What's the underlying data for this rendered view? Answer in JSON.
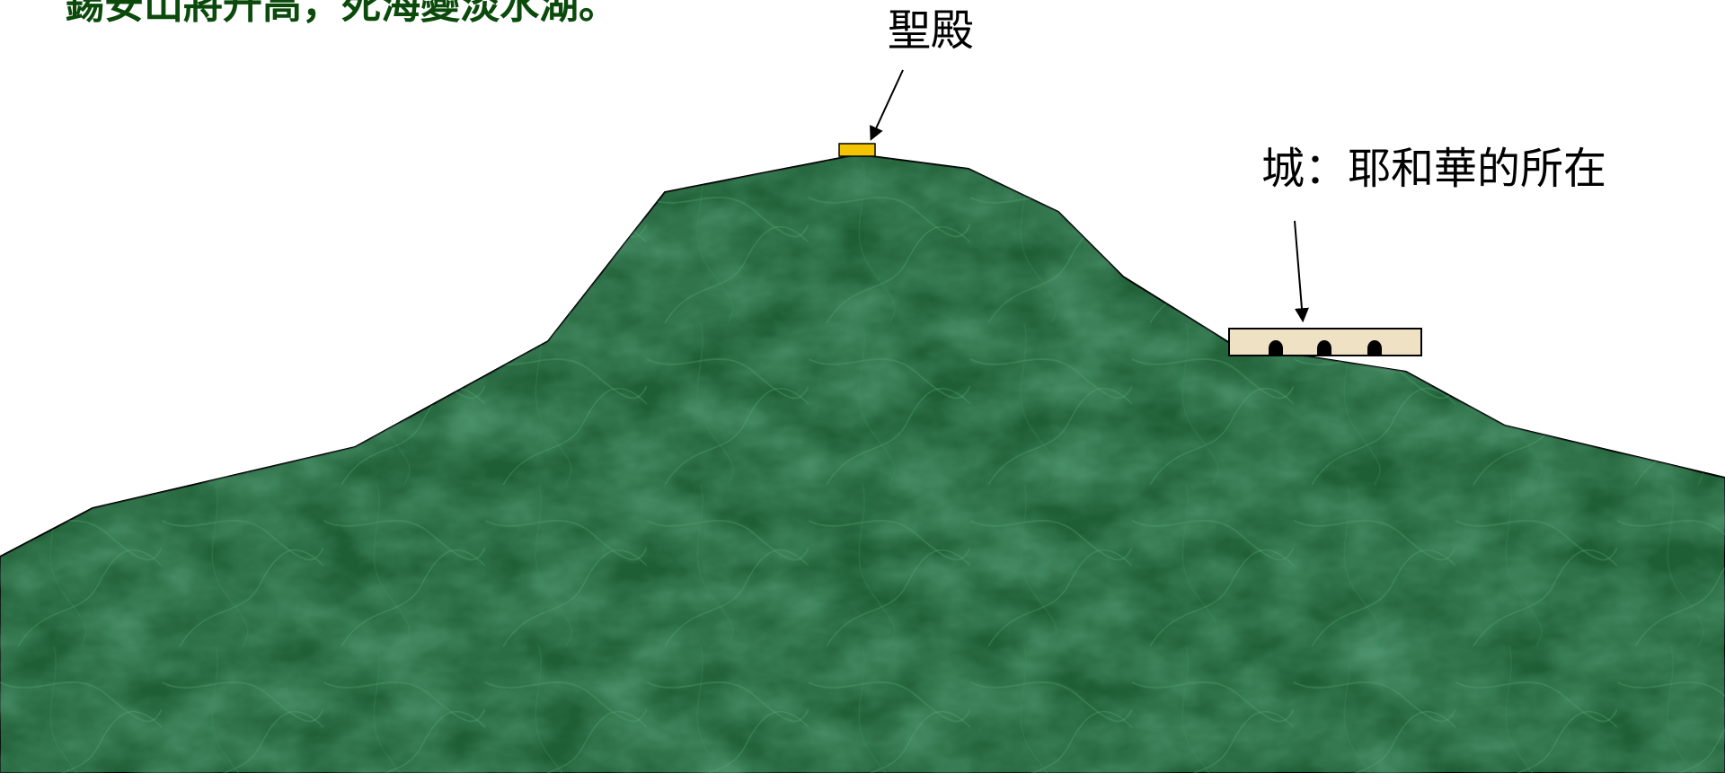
{
  "heading": "錫安山將升高，死海變淡水湖。",
  "labels": {
    "temple": "聖殿",
    "city": "城：耶和華的所在"
  },
  "colors": {
    "heading_text": "#0b4a0b",
    "mountain_base": "#1f5f36",
    "mountain_light": "#3f8f5c",
    "temple_fill": "#f5c400",
    "city_fill": "#efe2c4"
  },
  "icons": {
    "temple": "temple-block-icon",
    "city": "city-wall-icon",
    "arrows": "arrow-down-icon"
  }
}
